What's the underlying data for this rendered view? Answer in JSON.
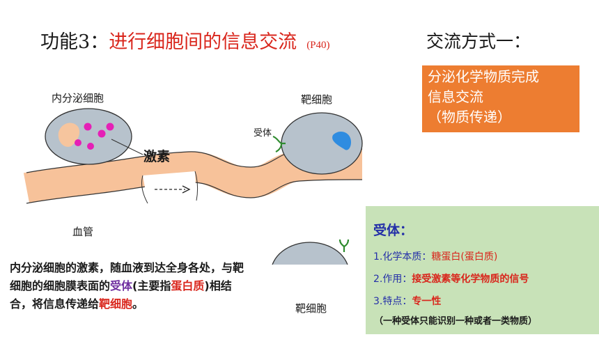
{
  "title": {
    "prefix": "功能3：",
    "main": "进行细胞间的信息交流",
    "ref": "(P40)"
  },
  "mode_label": "交流方式一：",
  "orange_box": {
    "lines": [
      "分泌化学物质完成",
      "信息交流",
      "（物质传递）"
    ],
    "color": "#ed7d31"
  },
  "diagram": {
    "endocrine_cell": "内分泌细胞",
    "target_cell_top": "靶细胞",
    "receptor": "受体",
    "hormone": "激素",
    "blood_vessel": "血管",
    "target_cell_bottom": "靶细胞"
  },
  "paragraph": {
    "part1": "内分泌细胞的激素，随血液到达全身各处，与靶细胞的细胞膜表面的",
    "receptor": "受体",
    "part2": "(主要指",
    "protein": "蛋白质",
    "part3": ")相结合，将信息传递给",
    "target": "靶细胞",
    "part4": "。"
  },
  "receptor_box": {
    "title": "受体：",
    "item1_label": "1.化学本质：",
    "item1_value": "糖蛋白(蛋白质)",
    "item2_label": "2.作用：",
    "item2_value": "接受激素等化学物质的信号",
    "item3_label": "3.特点：",
    "item3_value": "专一性",
    "note": "（一种受体只能识别一种或者一类物质）",
    "color": "#c8e2b8"
  }
}
